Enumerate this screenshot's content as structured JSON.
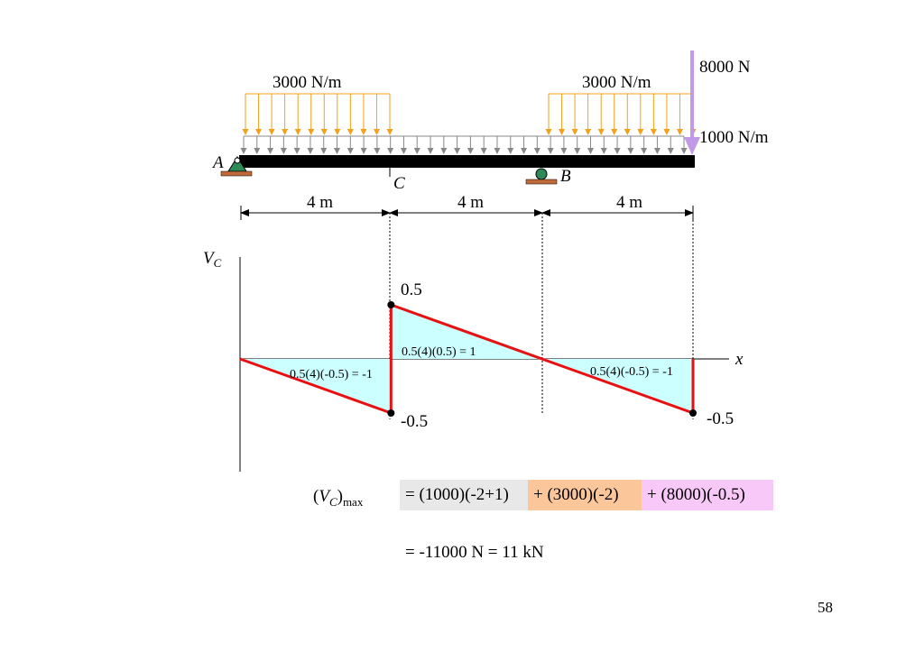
{
  "loads": {
    "udl_left": "3000 N/m",
    "udl_right": "3000 N/m",
    "point_load": "8000 N",
    "udl_full": "1000 N/m"
  },
  "labels": {
    "A": "A",
    "B": "B",
    "C": "C"
  },
  "spans": [
    "4 m",
    "4 m",
    "4 m"
  ],
  "influence_line": {
    "ylabel": "V",
    "ylabel_sub": "C",
    "xlabel": "x",
    "values": {
      "top": "0.5",
      "bottom_mid": "-0.5",
      "bottom_right": "-0.5"
    },
    "areas": [
      "0.5(4)(-0.5) = -1",
      "0.5(4)(0.5) = 1",
      "0.5(4)(-0.5) = -1"
    ],
    "points": [
      {
        "x": 0,
        "y": 0
      },
      {
        "x": 4,
        "y": -0.5
      },
      {
        "x": 4,
        "y": 0.5
      },
      {
        "x": 12,
        "y": -0.5
      }
    ]
  },
  "equation": {
    "lhs": "V",
    "lhs_sub": "C",
    "lhs_suffix": "max",
    "term1": "= (1000)(-2+1)",
    "term2": "+ (3000)(-2)",
    "term3": "+  (8000)(-0.5)",
    "result": "=  -11000  N = 11 kN"
  },
  "page_number": "58",
  "colors": {
    "term1_bg": "#e8e8e8",
    "term2_bg": "#fbc79a",
    "term3_bg": "#f8c8f8",
    "udl_orange": "#f4a01a",
    "udl_gray": "#888888",
    "arrow_violet": "#c09ae6",
    "fill_cyan": "#ccffff",
    "line_red": "#e81010"
  }
}
